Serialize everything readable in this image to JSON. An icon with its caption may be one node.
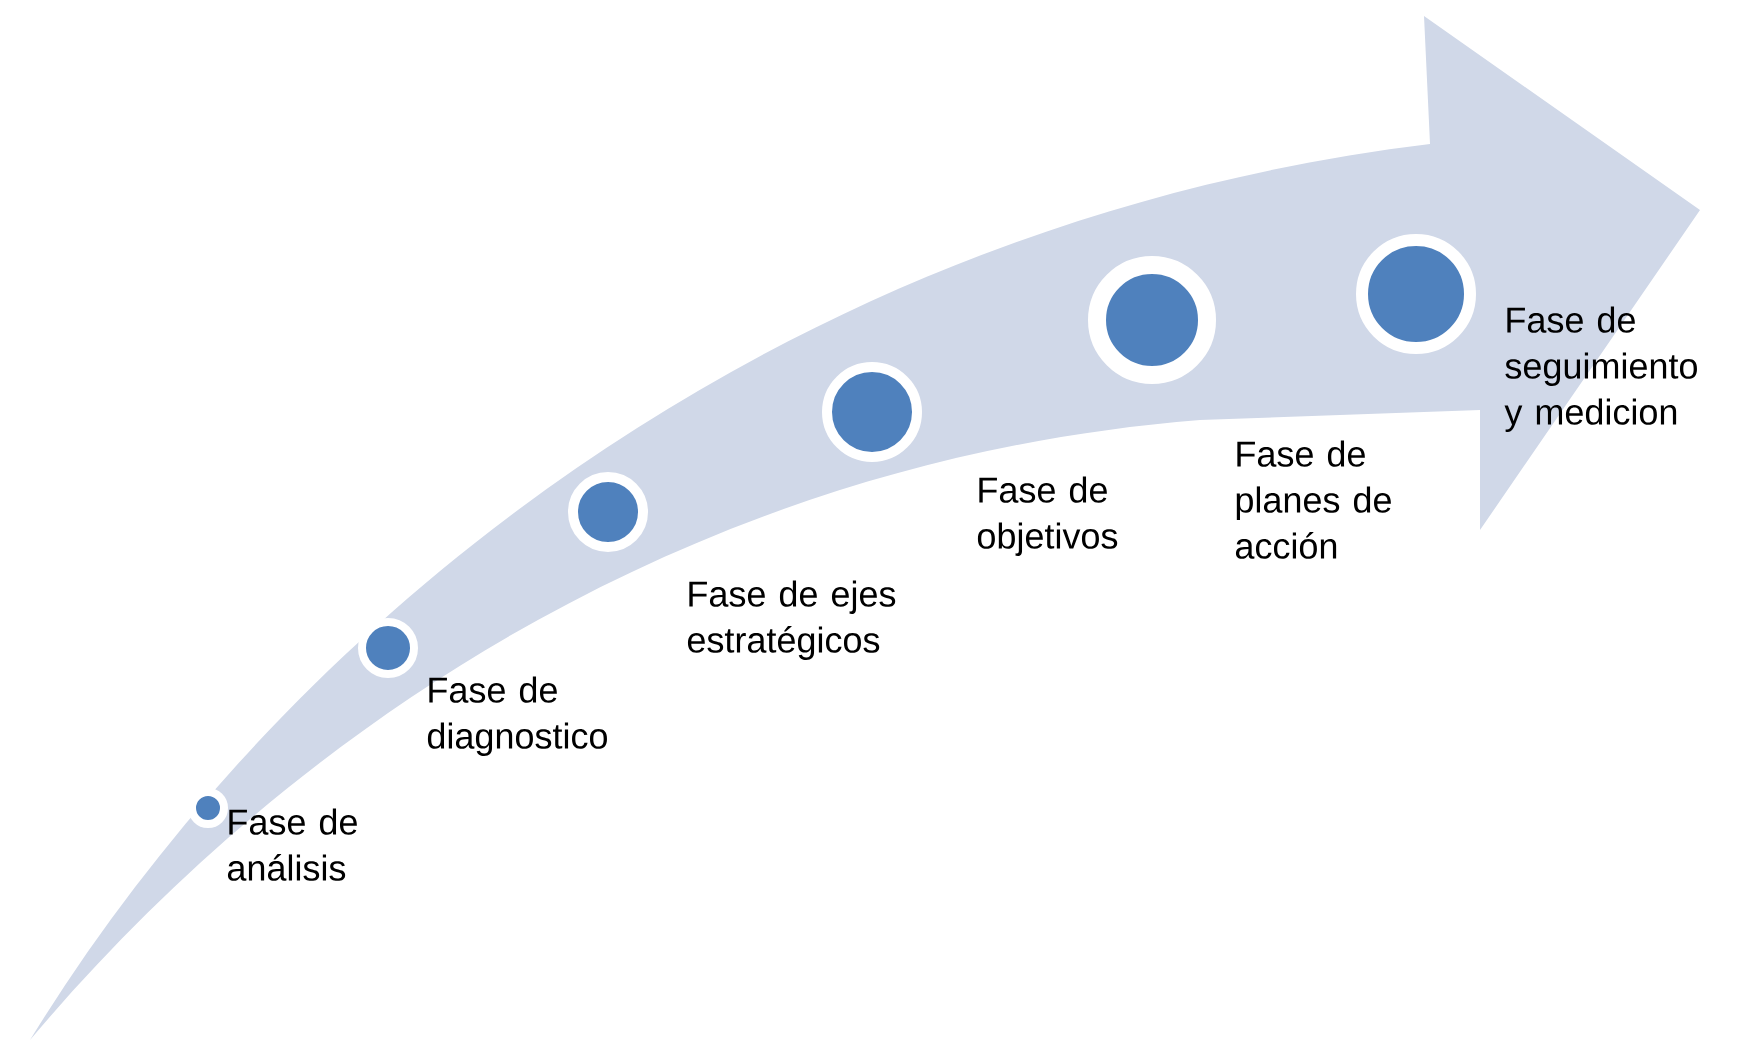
{
  "diagram": {
    "nodes": [
      {
        "text": [],
        "shape": "circle",
        "beside": [
          "Fase de análisis"
        ]
      },
      {
        "text": [],
        "shape": "circle",
        "beside": [
          "Fase de diagnostico"
        ]
      },
      {
        "text": [],
        "shape": "circle",
        "beside": [
          "Fase de ejes estratégicos"
        ]
      },
      {
        "text": [],
        "shape": "circle",
        "beside": [
          "Fase de objetivos"
        ]
      },
      {
        "text": [],
        "shape": "circle",
        "beside": [
          "Fase de planes de acción"
        ]
      },
      {
        "text": [],
        "shape": "circle",
        "beside": [
          "Fase de seguimiento y medicion"
        ]
      }
    ]
  }
}
